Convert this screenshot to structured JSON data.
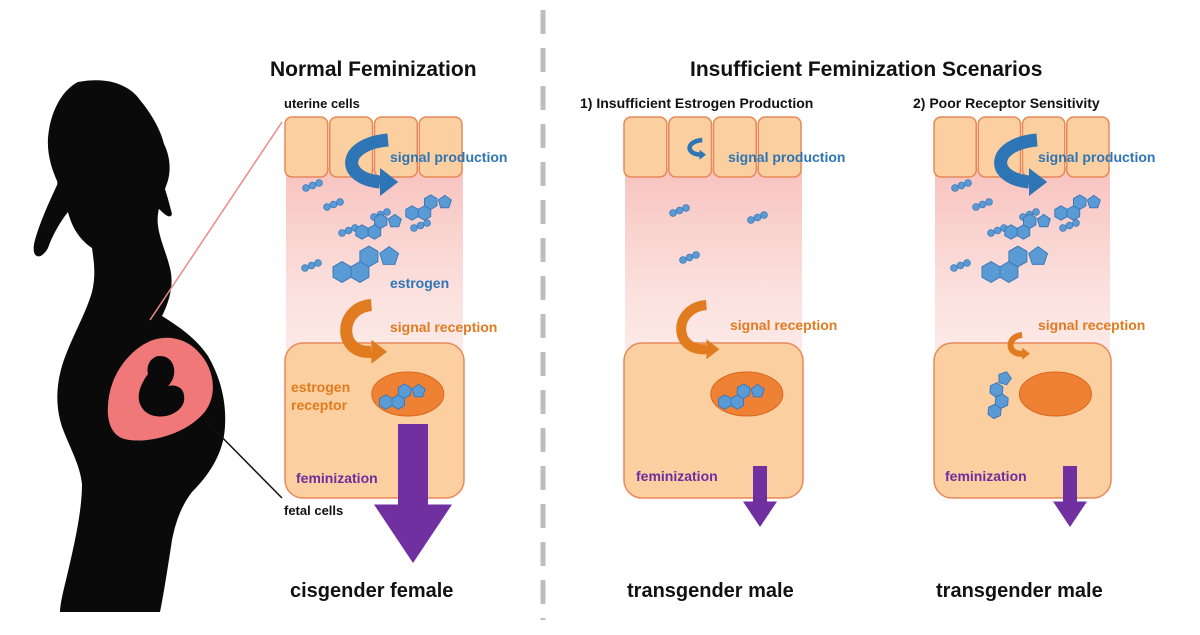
{
  "titles": {
    "left": "Normal Feminization",
    "right": "Insufficient Feminization Scenarios"
  },
  "labels": {
    "uterine_cells": "uterine cells",
    "fetal_cells": "fetal cells",
    "estrogen": "estrogen",
    "estrogen_receptor_line1": "estrogen",
    "estrogen_receptor_line2": "receptor"
  },
  "panels": [
    {
      "id": "normal",
      "subtitle": "",
      "signal_production": "signal production",
      "signal_reception": "signal reception",
      "feminization": "feminization",
      "outcome": "cisgender female"
    },
    {
      "id": "insufficient-estrogen",
      "subtitle": "1) Insufficient Estrogen Production",
      "signal_production": "signal production",
      "signal_reception": "signal reception",
      "feminization": "feminization",
      "outcome": "transgender male"
    },
    {
      "id": "poor-receptor",
      "subtitle": "2) Poor Receptor Sensitivity",
      "signal_production": "signal production",
      "signal_reception": "signal reception",
      "feminization": "feminization",
      "outcome": "transgender male"
    }
  ],
  "colors": {
    "cell_fill": "#fbcf9f",
    "cell_stroke": "#e8895a",
    "gradient_top": "#f8c9c4",
    "molecule": "#5b9bd5",
    "signal_blue": "#2e75b6",
    "signal_orange": "#e07b1f",
    "nucleus": "#ee8133",
    "feminization_arrow": "#7030a0",
    "womb": "#f07878",
    "divider": "#bdbdbd"
  }
}
